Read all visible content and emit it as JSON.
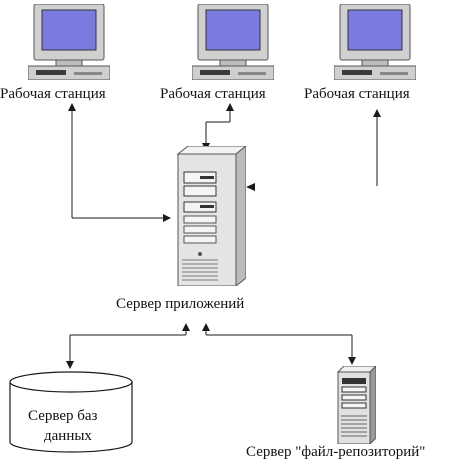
{
  "diagram": {
    "workstations": [
      {
        "label": "Рабочая станция"
      },
      {
        "label": "Рабочая станция"
      },
      {
        "label": "Рабочая станция"
      }
    ],
    "app_server": {
      "label": "Сервер приложений"
    },
    "db_server": {
      "label_line1": "Сервер баз",
      "label_line2": "данных"
    },
    "file_server": {
      "label": "Сервер \"файл-репозиторий\""
    },
    "colors": {
      "line": "#1a1a1a",
      "monitor_body": "#c8c8c8",
      "monitor_screen": "#8080e0",
      "server_body": "#e6e6e6",
      "server_dark": "#3a3a3a"
    }
  }
}
